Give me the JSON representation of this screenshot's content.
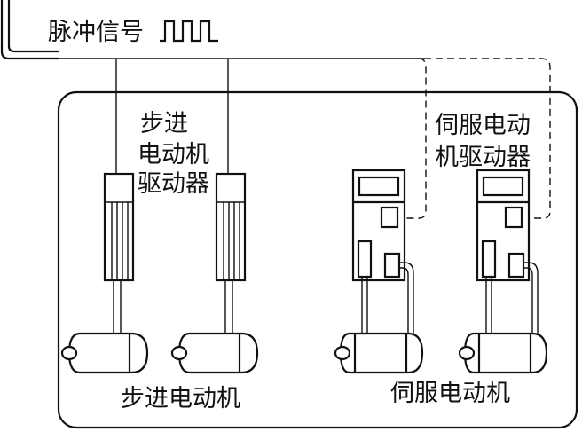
{
  "pulse_signal_label": "脉冲信号",
  "stepper_driver_label": [
    "步进",
    "电动机",
    "驱动器"
  ],
  "servo_driver_label": [
    "伺服电动",
    "机驱动器"
  ],
  "stepper_motor_label": "步进电动机",
  "servo_motor_label": "伺服电动机"
}
